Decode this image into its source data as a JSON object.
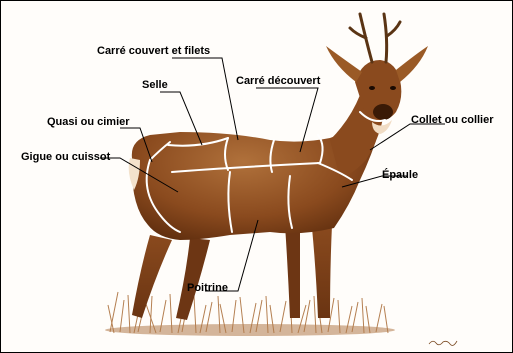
{
  "labels": {
    "carre_couvert": "Carré couvert et filets",
    "selle": "Selle",
    "carre_decouvert": "Carré découvert",
    "quasi": "Quasi ou cimier",
    "collet": "Collet ou collier",
    "gigue": "Gigue ou cuissot",
    "epaule": "Épaule",
    "poitrine": "Poitrine"
  },
  "colors": {
    "body": "#8a4a1e",
    "dark": "#4d2309",
    "light": "#c58a55",
    "grass": "#a86a34",
    "cut_lines": "#ffffff"
  }
}
